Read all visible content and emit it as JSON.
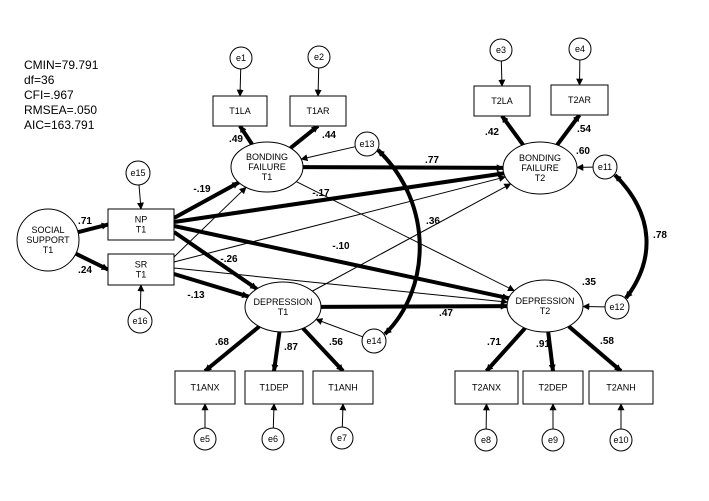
{
  "fit_stats": [
    "CMIN=79.791",
    "df=36",
    "CFI=.967",
    "RMSEA=.050",
    "AIC=163.791"
  ],
  "latent_variables": [
    {
      "id": "social",
      "label_lines": [
        "SOCIAL",
        "SUPPORT",
        "T1"
      ]
    },
    {
      "id": "bf1",
      "label_lines": [
        "BONDING",
        "FAILURE",
        "T1"
      ]
    },
    {
      "id": "dep1",
      "label_lines": [
        "DEPRESSION",
        "T1"
      ]
    },
    {
      "id": "bf2",
      "label_lines": [
        "BONDING",
        "FAILURE",
        "T2"
      ]
    },
    {
      "id": "dep2",
      "label_lines": [
        "DEPRESSION",
        "T2"
      ]
    }
  ],
  "observed_variables": [
    {
      "id": "np",
      "label_lines": [
        "NP",
        "T1"
      ]
    },
    {
      "id": "sr",
      "label_lines": [
        "SR",
        "T1"
      ]
    },
    {
      "id": "t1la",
      "label_lines": [
        "T1LA"
      ]
    },
    {
      "id": "t1ar",
      "label_lines": [
        "T1AR"
      ]
    },
    {
      "id": "t2la",
      "label_lines": [
        "T2LA"
      ]
    },
    {
      "id": "t2ar",
      "label_lines": [
        "T2AR"
      ]
    },
    {
      "id": "t1anx",
      "label_lines": [
        "T1ANX"
      ]
    },
    {
      "id": "t1dep",
      "label_lines": [
        "T1DEP"
      ]
    },
    {
      "id": "t1anh",
      "label_lines": [
        "T1ANH"
      ]
    },
    {
      "id": "t2anx",
      "label_lines": [
        "T2ANX"
      ]
    },
    {
      "id": "t2dep",
      "label_lines": [
        "T2DEP"
      ]
    },
    {
      "id": "t2anh",
      "label_lines": [
        "T2ANH"
      ]
    }
  ],
  "error_terms": [
    {
      "id": "e1",
      "label": "e1"
    },
    {
      "id": "e2",
      "label": "e2"
    },
    {
      "id": "e3",
      "label": "e3"
    },
    {
      "id": "e4",
      "label": "e4"
    },
    {
      "id": "e5",
      "label": "e5"
    },
    {
      "id": "e6",
      "label": "e6"
    },
    {
      "id": "e7",
      "label": "e7"
    },
    {
      "id": "e8",
      "label": "e8"
    },
    {
      "id": "e9",
      "label": "e9"
    },
    {
      "id": "e10",
      "label": "e10"
    },
    {
      "id": "e11",
      "label": "e11"
    },
    {
      "id": "e12",
      "label": "e12"
    },
    {
      "id": "e13",
      "label": "e13"
    },
    {
      "id": "e14",
      "label": "e14"
    },
    {
      "id": "e15",
      "label": "e15"
    },
    {
      "id": "e16",
      "label": "e16"
    }
  ],
  "coefficients": [
    {
      "id": "social_np",
      "label": ".71"
    },
    {
      "id": "social_sr",
      "label": ".24"
    },
    {
      "id": "bf1_t1la",
      "label": ".49"
    },
    {
      "id": "bf1_t1ar",
      "label": ".44"
    },
    {
      "id": "bf2_t2la",
      "label": ".42"
    },
    {
      "id": "bf2_t2ar",
      "label": ".54"
    },
    {
      "id": "np_bf1",
      "label": "-.19"
    },
    {
      "id": "np_bf2",
      "label": "-.17"
    },
    {
      "id": "np_dep2",
      "label": "-.10"
    },
    {
      "id": "np_dep1",
      "label": "-.26"
    },
    {
      "id": "sr_dep1",
      "label": "-.13"
    },
    {
      "id": "bf1_bf2",
      "label": ".77"
    },
    {
      "id": "dep1_dep2",
      "label": ".47"
    },
    {
      "id": "e13_e14",
      "label": ".36"
    },
    {
      "id": "e11_e12",
      "label": ".78"
    },
    {
      "id": "r2_bf2",
      "label": ".60"
    },
    {
      "id": "r2_dep2",
      "label": ".35"
    },
    {
      "id": "dep1_t1anx",
      "label": ".68"
    },
    {
      "id": "dep1_t1dep",
      "label": ".87"
    },
    {
      "id": "dep1_t1anh",
      "label": ".56"
    },
    {
      "id": "dep2_t2anx",
      "label": ".71"
    },
    {
      "id": "dep2_t2dep",
      "label": ".91"
    },
    {
      "id": "dep2_t2anh",
      "label": ".58"
    }
  ]
}
